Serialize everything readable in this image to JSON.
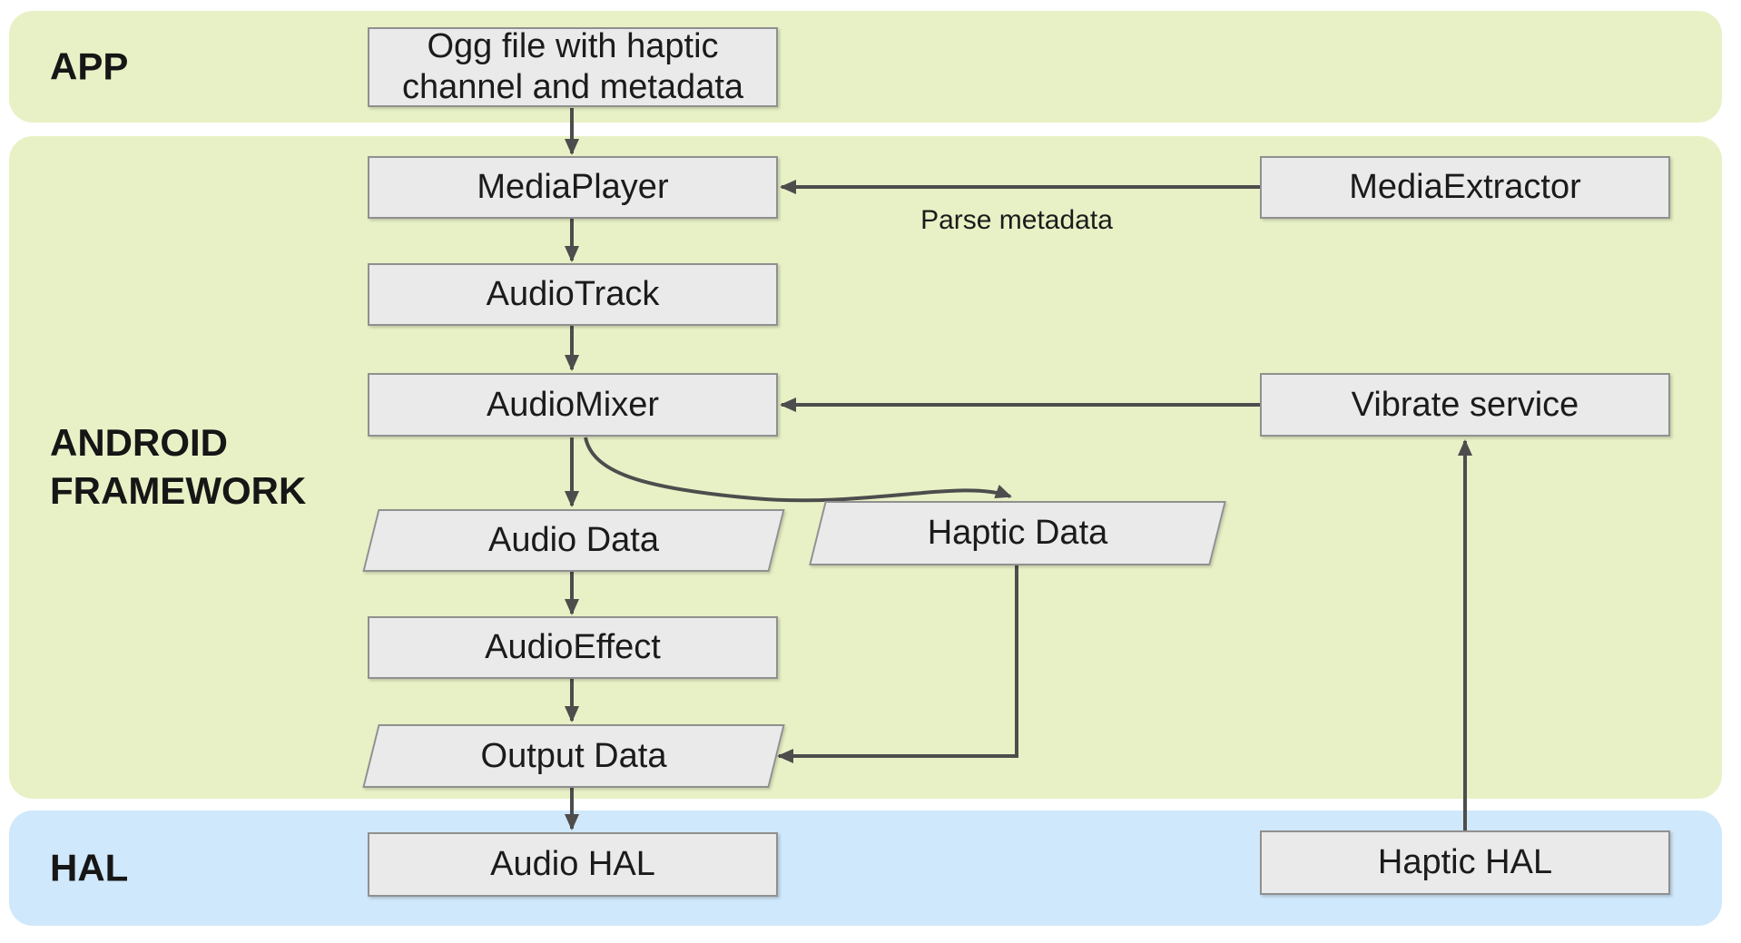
{
  "bands": {
    "app": {
      "label": "APP"
    },
    "framework": {
      "label": "ANDROID FRAMEWORK"
    },
    "hal": {
      "label": "HAL"
    }
  },
  "nodes": {
    "ogg_file": {
      "label": "Ogg file with haptic channel and metadata",
      "shape": "rect"
    },
    "media_player": {
      "label": "MediaPlayer",
      "shape": "rect"
    },
    "audio_track": {
      "label": "AudioTrack",
      "shape": "rect"
    },
    "audio_mixer": {
      "label": "AudioMixer",
      "shape": "rect"
    },
    "audio_data": {
      "label": "Audio Data",
      "shape": "parallelogram"
    },
    "haptic_data": {
      "label": "Haptic Data",
      "shape": "parallelogram"
    },
    "audio_effect": {
      "label": "AudioEffect",
      "shape": "rect"
    },
    "output_data": {
      "label": "Output Data",
      "shape": "parallelogram"
    },
    "audio_hal": {
      "label": "Audio HAL",
      "shape": "rect"
    },
    "media_extractor": {
      "label": "MediaExtractor",
      "shape": "rect"
    },
    "vibrate_service": {
      "label": "Vibrate service",
      "shape": "rect"
    },
    "haptic_hal": {
      "label": "Haptic HAL",
      "shape": "rect"
    }
  },
  "edges": [
    {
      "from": "ogg_file",
      "to": "media_player",
      "label": ""
    },
    {
      "from": "media_player",
      "to": "audio_track",
      "label": ""
    },
    {
      "from": "audio_track",
      "to": "audio_mixer",
      "label": ""
    },
    {
      "from": "audio_mixer",
      "to": "audio_data",
      "label": ""
    },
    {
      "from": "audio_mixer",
      "to": "haptic_data",
      "label": ""
    },
    {
      "from": "audio_data",
      "to": "audio_effect",
      "label": ""
    },
    {
      "from": "audio_effect",
      "to": "output_data",
      "label": ""
    },
    {
      "from": "output_data",
      "to": "audio_hal",
      "label": ""
    },
    {
      "from": "haptic_data",
      "to": "output_data",
      "label": ""
    },
    {
      "from": "media_extractor",
      "to": "media_player",
      "label": "Parse metadata"
    },
    {
      "from": "vibrate_service",
      "to": "audio_mixer",
      "label": ""
    },
    {
      "from": "haptic_hal",
      "to": "vibrate_service",
      "label": ""
    }
  ],
  "edge_labels": {
    "parse_metadata": "Parse metadata"
  },
  "colors": {
    "band_green": "#e8f1c6",
    "band_blue": "#d0e8fb",
    "node_fill": "#eaeaea",
    "node_border": "#909090",
    "arrow": "#4d4d4d",
    "text": "#1b1b1b"
  }
}
